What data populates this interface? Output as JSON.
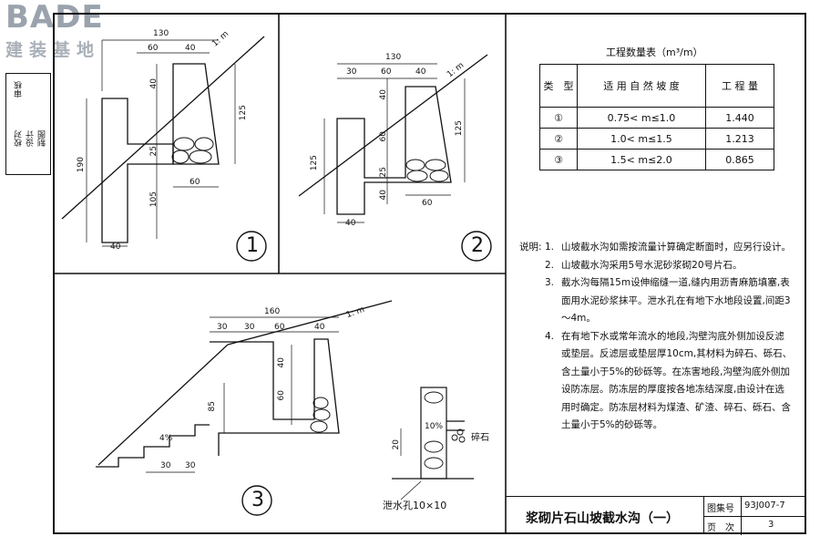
{
  "logo": {
    "brand": "BADE",
    "subtitle": "建装基地"
  },
  "signatures": [
    "审核",
    "校对",
    "设计",
    "制图"
  ],
  "figures": {
    "fig1": {
      "label": "1",
      "dims": {
        "top_total": "130",
        "top_a": "60",
        "top_b": "40",
        "slope": "1: m",
        "h1": "40",
        "h2": "125",
        "h3": "25",
        "h4": "190",
        "h5": "105",
        "bottom_w": "40",
        "right_w": "60"
      }
    },
    "fig2": {
      "label": "2",
      "dims": {
        "top_total": "130",
        "a": "30",
        "b": "60",
        "c": "40",
        "slope": "1: m",
        "h1": "40",
        "h2": "125",
        "h3": "60",
        "h4": "25",
        "h5": "40",
        "left_h": "125",
        "bottom_w": "40",
        "right_w": "60"
      }
    },
    "fig3": {
      "label": "3",
      "dims": {
        "top_total": "160",
        "a": "30",
        "b": "30",
        "c": "60",
        "d": "40",
        "slope": "1: m",
        "h1": "40",
        "h2": "60",
        "h3": "85",
        "step_a": "30",
        "step_b": "30",
        "grade": "4%"
      }
    },
    "detail": {
      "pct": "10%",
      "stone": "碎石",
      "h": "20",
      "caption": "泄水孔10×10"
    }
  },
  "quantity_table": {
    "title": "工程数量表（m³/m）",
    "headers": [
      "类　型",
      "适 用 自 然 坡 度",
      "工 程 量"
    ],
    "rows": [
      {
        "type": "①",
        "slope": "0.75< m≤1.0",
        "amount": "1.440"
      },
      {
        "type": "②",
        "slope": "1.0< m≤1.5",
        "amount": "1.213"
      },
      {
        "type": "③",
        "slope": "1.5< m≤2.0",
        "amount": "0.865"
      }
    ]
  },
  "notes": {
    "prefix": "说明:",
    "items": [
      {
        "num": "1.",
        "text": "山坡截水沟如需按流量计算确定断面时，应另行设计。"
      },
      {
        "num": "2.",
        "text": "山坡截水沟采用5号水泥砂浆砌20号片石。"
      },
      {
        "num": "3.",
        "text": "截水沟每隔15m设伸缩缝一道,缝内用沥青麻筋填塞,表面用水泥砂浆抹平。泄水孔在有地下水地段设置,间距3～4m。"
      },
      {
        "num": "4.",
        "text": "在有地下水或常年流水的地段,沟壁沟底外侧加设反滤或垫层。反滤层或垫层厚10cm,其材料为碎石、砾石、含土量小于5%的砂砾等。在冻害地段,沟壁沟底外侧加设防冻层。防冻层的厚度按各地冻结深度,由设计在选用时确定。防冻层材料为煤渣、矿渣、碎石、砾石、含土量小于5%的砂砾等。"
      }
    ]
  },
  "title_block": {
    "title": "浆砌片石山坡截水沟（一）",
    "set_label": "图集号",
    "set_value": "93J007-7",
    "page_label": "页　次",
    "page_value": "3"
  }
}
